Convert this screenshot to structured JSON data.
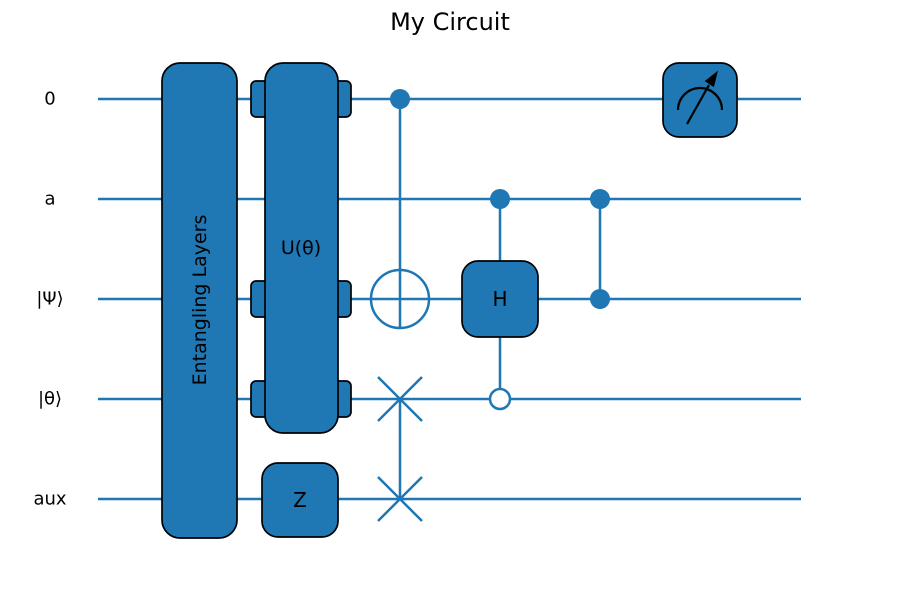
{
  "figure": {
    "title": "My Circuit",
    "background_color": "#ffffff",
    "accent_color": "#1f77b4",
    "edge_color": "#000000",
    "text_color": "#000000"
  },
  "wires": [
    {
      "label": "0"
    },
    {
      "label": "a"
    },
    {
      "label": "|Ψ⟩"
    },
    {
      "label": "|θ⟩"
    },
    {
      "label": "aux"
    }
  ],
  "gates": {
    "entangling_layers_label": "Entangling Layers",
    "u_label": "U(θ)",
    "z_label": "Z",
    "h_label": "H"
  },
  "operations": [
    {
      "name": "Entangling Layers",
      "type": "multi-qubit-box",
      "wires": [
        "0",
        "a",
        "|Ψ⟩",
        "|θ⟩",
        "aux"
      ]
    },
    {
      "name": "U(θ)",
      "type": "multi-qubit-box",
      "wires": [
        "0",
        "|Ψ⟩",
        "|θ⟩"
      ],
      "pass_through_wires": [
        "a"
      ]
    },
    {
      "name": "Z",
      "type": "single-qubit-box",
      "wires": [
        "aux"
      ]
    },
    {
      "name": "CNOT",
      "type": "controlled",
      "control_wires": [
        "0"
      ],
      "target_wires": [
        "|Ψ⟩"
      ]
    },
    {
      "name": "SWAP",
      "type": "swap",
      "wires": [
        "|θ⟩",
        "aux"
      ]
    },
    {
      "name": "Controlled-H",
      "type": "controlled",
      "control_wires": [
        "a"
      ],
      "open_control_wires": [
        "|θ⟩"
      ],
      "target_wires": [
        "|Ψ⟩"
      ]
    },
    {
      "name": "CZ",
      "type": "controlled",
      "control_wires": [
        "a"
      ],
      "target_wires": [
        "|Ψ⟩"
      ]
    },
    {
      "name": "measure",
      "type": "measurement",
      "wires": [
        "0"
      ]
    }
  ]
}
